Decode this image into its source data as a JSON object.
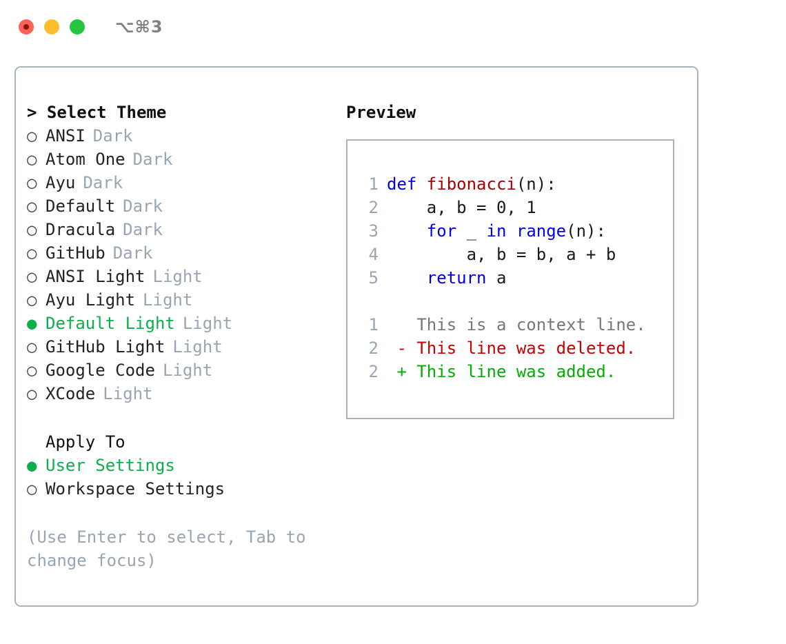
{
  "window": {
    "shortcut_label": "⌥⌘3",
    "traffic_lights": [
      "close",
      "minimize",
      "maximize"
    ]
  },
  "theme_picker": {
    "header": "> Select Theme",
    "items": [
      {
        "name": "ANSI",
        "suffix": "Dark",
        "selected": false
      },
      {
        "name": "Atom One",
        "suffix": "Dark",
        "selected": false
      },
      {
        "name": "Ayu",
        "suffix": "Dark",
        "selected": false
      },
      {
        "name": "Default",
        "suffix": "Dark",
        "selected": false
      },
      {
        "name": "Dracula",
        "suffix": "Dark",
        "selected": false
      },
      {
        "name": "GitHub",
        "suffix": "Dark",
        "selected": false
      },
      {
        "name": "ANSI Light",
        "suffix": "Light",
        "selected": false
      },
      {
        "name": "Ayu Light",
        "suffix": "Light",
        "selected": false
      },
      {
        "name": "Default Light",
        "suffix": "Light",
        "selected": true
      },
      {
        "name": "GitHub Light",
        "suffix": "Light",
        "selected": false
      },
      {
        "name": "Google Code",
        "suffix": "Light",
        "selected": false
      },
      {
        "name": "XCode",
        "suffix": "Light",
        "selected": false
      }
    ]
  },
  "apply_to": {
    "header": "Apply To",
    "items": [
      {
        "name": "User Settings",
        "selected": true
      },
      {
        "name": "Workspace Settings",
        "selected": false
      }
    ]
  },
  "hint": "(Use Enter to select, Tab to change focus)",
  "preview": {
    "title": "Preview",
    "code_lines": [
      {
        "no": "1",
        "tokens": [
          {
            "t": "def ",
            "c": "kw"
          },
          {
            "t": "fibonacci",
            "c": "fn"
          },
          {
            "t": "(n):",
            "c": "plain"
          }
        ]
      },
      {
        "no": "2",
        "tokens": [
          {
            "t": "    a, b = 0, 1",
            "c": "plain"
          }
        ]
      },
      {
        "no": "3",
        "tokens": [
          {
            "t": "    ",
            "c": "plain"
          },
          {
            "t": "for",
            "c": "kw"
          },
          {
            "t": " _ ",
            "c": "plain"
          },
          {
            "t": "in",
            "c": "kw"
          },
          {
            "t": " ",
            "c": "plain"
          },
          {
            "t": "range",
            "c": "kw"
          },
          {
            "t": "(n):",
            "c": "plain"
          }
        ]
      },
      {
        "no": "4",
        "tokens": [
          {
            "t": "        a, b = b, a + b",
            "c": "plain"
          }
        ]
      },
      {
        "no": "5",
        "tokens": [
          {
            "t": "    ",
            "c": "plain"
          },
          {
            "t": "return",
            "c": "kw"
          },
          {
            "t": " a",
            "c": "plain"
          }
        ]
      }
    ],
    "diff_lines": [
      {
        "no": "1",
        "marker": " ",
        "text": "This is a context line.",
        "kind": "ctx"
      },
      {
        "no": "2",
        "marker": "-",
        "text": "This line was deleted.",
        "kind": "del"
      },
      {
        "no": "2",
        "marker": "+",
        "text": "This line was added.",
        "kind": "add"
      }
    ]
  },
  "colors": {
    "accent_green": "#0cb04a",
    "muted_blue_gray": "#9aa5b4",
    "border": "#a9b3c0",
    "keyword_blue": "#0000ee",
    "function_red": "#aa0000",
    "diff_delete_red": "#cc0000",
    "diff_add_green": "#00b000"
  }
}
